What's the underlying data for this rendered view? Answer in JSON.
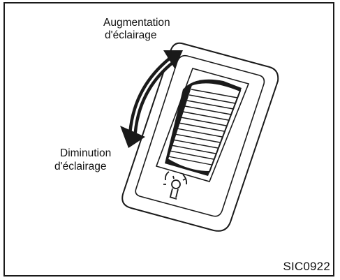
{
  "labels": {
    "increase_line1": "Augmentation",
    "increase_line2": "d'éclairage",
    "decrease_line1": "Diminution",
    "decrease_line2": "d'éclairage"
  },
  "figure_ref": "SIC0922",
  "icons": {
    "adjust_arrow": "double-headed-curved-arrow-icon",
    "illumination": "illumination-bulb-icon"
  },
  "colors": {
    "line": "#1a1a1a",
    "background": "#ffffff"
  }
}
